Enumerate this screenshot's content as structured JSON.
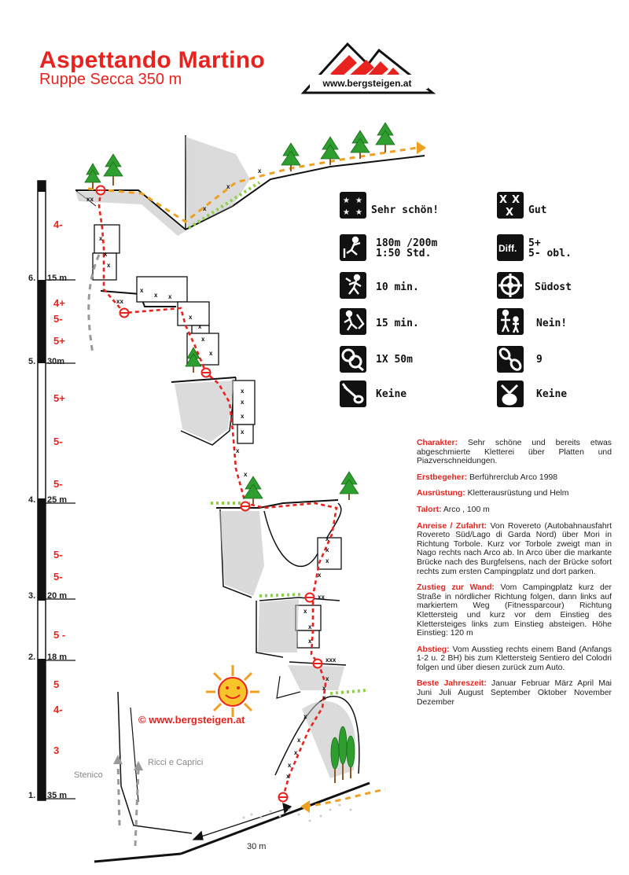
{
  "header": {
    "title": "Aspettando Martino",
    "subtitle": "Ruppe Secca 350 m",
    "logo_text": "www.bergsteigen.at"
  },
  "pitches": [
    {
      "num": "6.",
      "len": "15 m"
    },
    {
      "num": "5.",
      "len": "30m"
    },
    {
      "num": "4.",
      "len": "25 m"
    },
    {
      "num": "3.",
      "len": "20 m"
    },
    {
      "num": "2.",
      "len": "18 m"
    },
    {
      "num": "1.",
      "len": "35 m"
    }
  ],
  "grades": [
    "4-",
    "4+",
    "5-",
    "5+",
    "5+",
    "5-",
    "5-",
    "5-",
    "5-",
    "5 -",
    "5",
    "4-",
    "3"
  ],
  "info_icons": [
    {
      "icon": "stars-icon",
      "label": "Sehr schön!"
    },
    {
      "icon": "xxx-icon",
      "label": "Gut"
    },
    {
      "icon": "climber-icon",
      "label": "180m /200m\n1:50 Std."
    },
    {
      "icon": "difficulty-icon",
      "label": "5+\n5- obl."
    },
    {
      "icon": "approach-icon",
      "label": "10 min."
    },
    {
      "icon": "compass-icon",
      "label": "Südost"
    },
    {
      "icon": "descent-icon",
      "label": "15 min."
    },
    {
      "icon": "family-icon",
      "label": "Nein!"
    },
    {
      "icon": "rope-icon",
      "label": "1X 50m"
    },
    {
      "icon": "quickdraw-icon",
      "label": "9"
    },
    {
      "icon": "bolt-icon",
      "label": "Keine"
    },
    {
      "icon": "nuts-icon",
      "label": "Keine"
    }
  ],
  "info": [
    {
      "key": "Charakter:",
      "text": " Sehr schöne und bereits etwas abgeschmierte Kletterei über Platten und Piazverschneidungen."
    },
    {
      "key": "Erstbegeher:",
      "text": " Berführerclub Arco 1998"
    },
    {
      "key": "Ausrüstung:",
      "text": " Kletterausrüstung und Helm"
    },
    {
      "key": "Talort:",
      "text": " Arco , 100 m"
    },
    {
      "key": "Anreise / Zufahrt:",
      "text": " Von Rovereto (Autobahnausfahrt Rovereto Süd/Lago di Garda Nord) über Mori in Richtung Torbole. Kurz vor Torbole zweigt man in Nago rechts nach Arco ab. In Arco über die markante Brücke nach des Burgfelsens, nach der Brücke sofort rechts zum ersten Campingplatz und dort parken."
    },
    {
      "key": "Zustieg zur Wand:",
      "text": " Vom Campingplatz kurz der Straße in nördlicher Richtung folgen, dann links auf markiertem Weg (Fitnessparcour) Richtung Klettersteig und kurz vor dem Einstieg des Klettersteiges links zum Einstieg absteigen. Höhe Einstieg: 120 m"
    },
    {
      "key": "Abstieg:",
      "text": " Vom Ausstieg rechts einem Band (Anfangs 1-2 u. 2 BH) bis zum Klettersteig Sentiero del Colodri folgen und über diesen zurück zum Auto."
    },
    {
      "key": "Beste Jahreszeit:",
      "text": " Januar Februar März April Mai Juni Juli August September Oktober November Dezember"
    }
  ],
  "labels": {
    "copyright": "© www.bergsteigen.at",
    "stenico": "Stenico",
    "ricci": "Ricci e Caprici",
    "distance": "30 m"
  },
  "colors": {
    "accent": "#e8231f",
    "path": "#f0a020",
    "tree": "#2e9e2e"
  }
}
